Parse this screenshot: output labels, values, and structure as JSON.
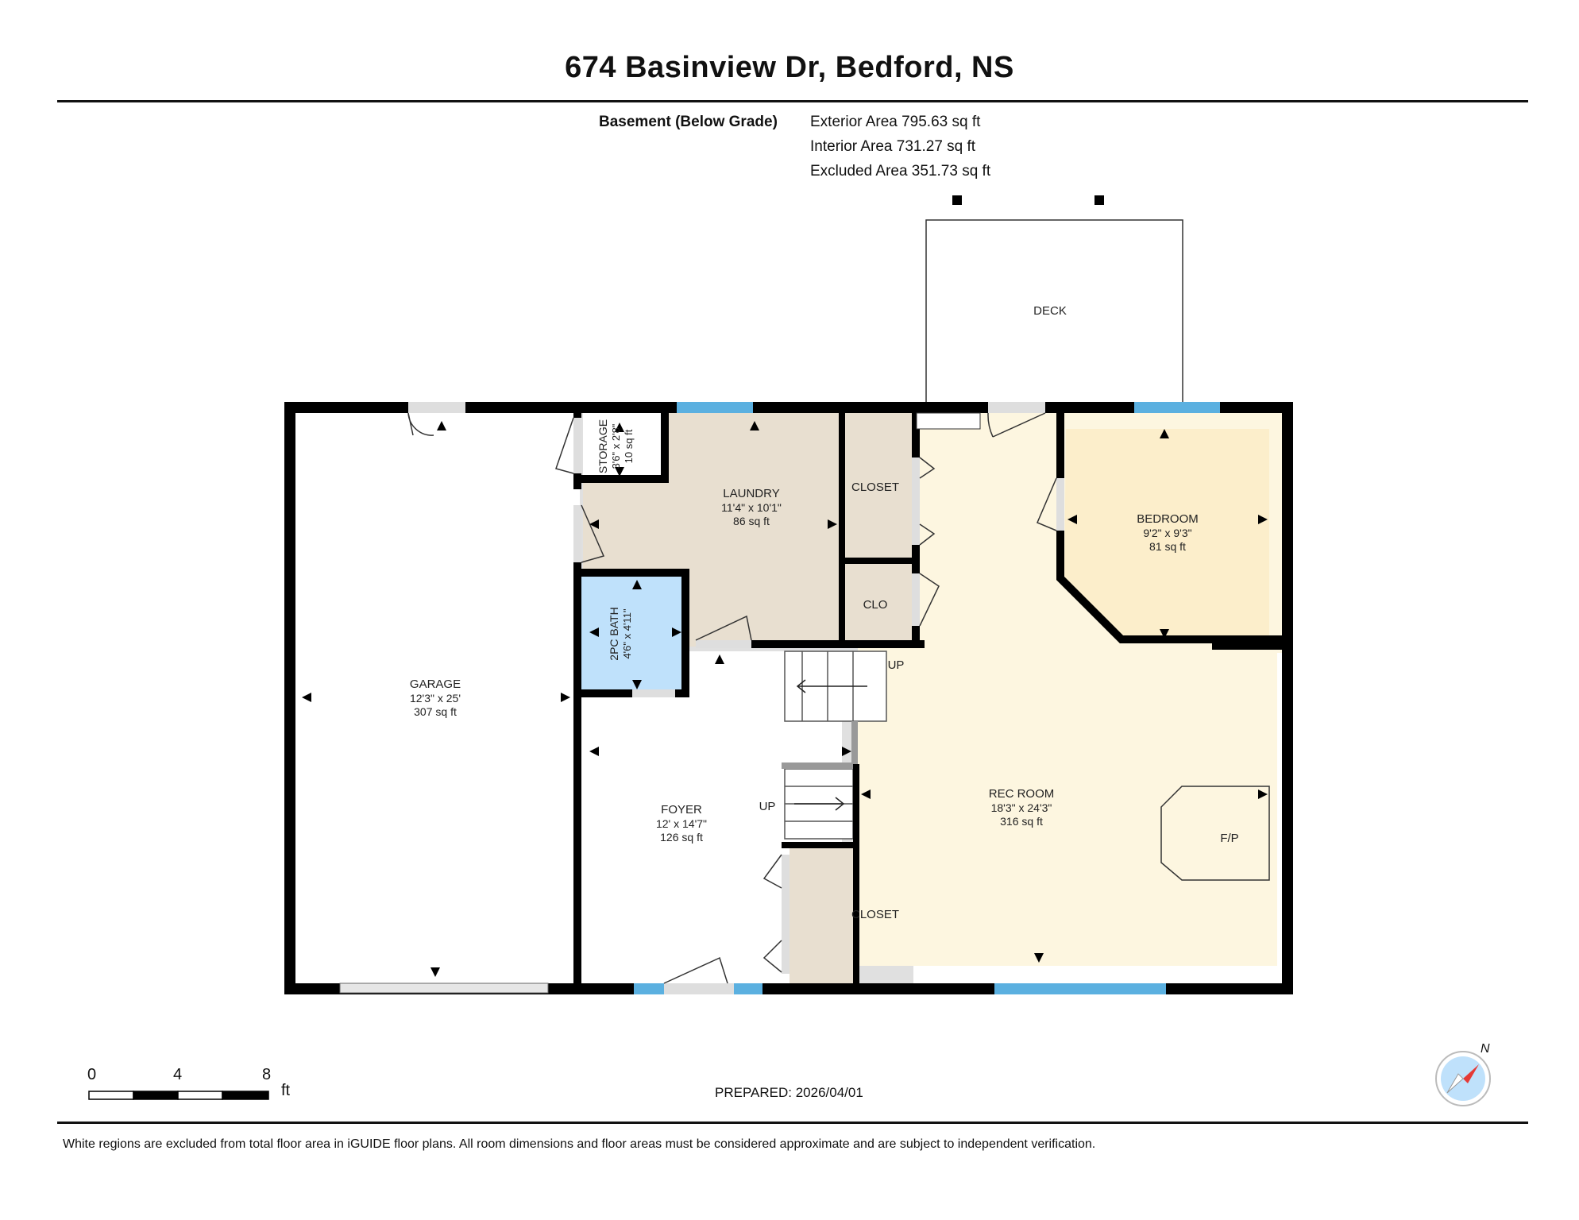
{
  "title": "674 Basinview Dr, Bedford, NS",
  "summary": {
    "floor_label": "Basement (Below Grade)",
    "exterior_area": "Exterior Area 795.63 sq ft",
    "interior_area": "Interior Area 731.27 sq ft",
    "excluded_area": "Excluded Area 351.73 sq ft"
  },
  "colors": {
    "wall": "#000000",
    "window": "#5bb0e0",
    "laundry": "#e8dfd0",
    "closet": "#e8dfd0",
    "bath": "#bfe1fb",
    "foyer": "#e0e0e0",
    "rec_room": "#fdf6e0",
    "bedroom": "#fceecb",
    "garage": "#ffffff"
  },
  "rooms": {
    "deck": {
      "name": "DECK"
    },
    "storage": {
      "name": "STORAGE",
      "dims": "3'6\" x 2'8\"",
      "area": "10 sq ft"
    },
    "laundry": {
      "name": "LAUNDRY",
      "dims": "11'4\" x 10'1\"",
      "area": "86 sq ft"
    },
    "closet_upper": {
      "name": "CLOSET"
    },
    "clo": {
      "name": "CLO"
    },
    "bedroom": {
      "name": "BEDROOM",
      "dims": "9'2\" x 9'3\"",
      "area": "81 sq ft"
    },
    "bath": {
      "name": "2PC BATH",
      "dims": "4'6\" x 4'11\""
    },
    "garage": {
      "name": "GARAGE",
      "dims": "12'3\" x 25'",
      "area": "307 sq ft"
    },
    "foyer": {
      "name": "FOYER",
      "dims": "12' x 14'7\"",
      "area": "126 sq ft"
    },
    "rec_room": {
      "name": "REC ROOM",
      "dims": "18'3\" x 24'3\"",
      "area": "316 sq ft"
    },
    "fireplace": {
      "name": "F/P"
    },
    "closet_lower": {
      "name": "CLOSET"
    }
  },
  "stairs": {
    "upper_label": "UP",
    "lower_label": "UP"
  },
  "scale": {
    "ticks": [
      "0",
      "4",
      "8"
    ],
    "unit": "ft"
  },
  "prepared": "PREPARED: 2026/04/01",
  "compass": {
    "label": "N",
    "icon": "compass-icon"
  },
  "footer": "White regions are excluded from total floor area in iGUIDE floor plans. All room dimensions and floor areas must be considered approximate and are subject to independent verification."
}
